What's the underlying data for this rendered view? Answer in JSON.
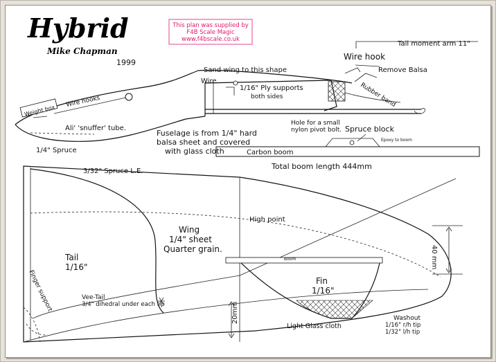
{
  "title": "Hybrid",
  "author": "Mike Chapman",
  "year": "1999",
  "credit": {
    "line1": "This plan was supplied by",
    "line2": "F4B Scale Magic",
    "line3": "www.f4bscale.co.uk",
    "color": "#e0186e"
  },
  "fuselage_labels": {
    "tail_moment_arm": "Tail moment arm  11\"",
    "wire_hook": "Wire hook",
    "remove_balsa": "Remove Balsa",
    "sand_wing": "Sand wing to this shape",
    "wire": "Wire",
    "ply_supports_1": "1/16\" Ply supports",
    "ply_supports_2": "both sides",
    "rubber_band": "Rubber band",
    "weight_box": "Weight box",
    "wire_hooks": "Wire hooks",
    "ali_snuffer": "Ali' 'snuffer' tube.",
    "pivot_1": "Hole for a small",
    "pivot_2": "nylon pivot bolt.",
    "spruce_block": "Spruce block",
    "epoxy": "Epoxy to boom",
    "fuselage_1": "Fuselage is from 1/4\" hard",
    "fuselage_2": "balsa sheet and covered",
    "fuselage_3": "with glass cloth",
    "spruce_quarter": "1/4\" Spruce",
    "carbon_boom": "Carbon boom",
    "total_boom": "Total boom length 444mm"
  },
  "wing_labels": {
    "le_spruce": "3/32\" Spruce L.E.",
    "high_point": "High point",
    "wing_1": "Wing",
    "wing_2": "1/4\" sheet",
    "wing_3": "Quarter grain.",
    "boom": "Boom",
    "dim_40": "40 mm",
    "tail_1": "Tail",
    "tail_2": "1/16\"",
    "fin_1": "Fin",
    "fin_2": "1/16\"",
    "vee_1": "Vee-Tail",
    "vee_2": "3/4\" dihedral under each tip",
    "finger_support": "Finger support",
    "dim_20": "20mm",
    "light_glass": "Light Glass cloth",
    "washout_1": "Washout",
    "washout_2": "1/16\" r/h tip",
    "washout_3": "1/32\" l/h tip"
  }
}
